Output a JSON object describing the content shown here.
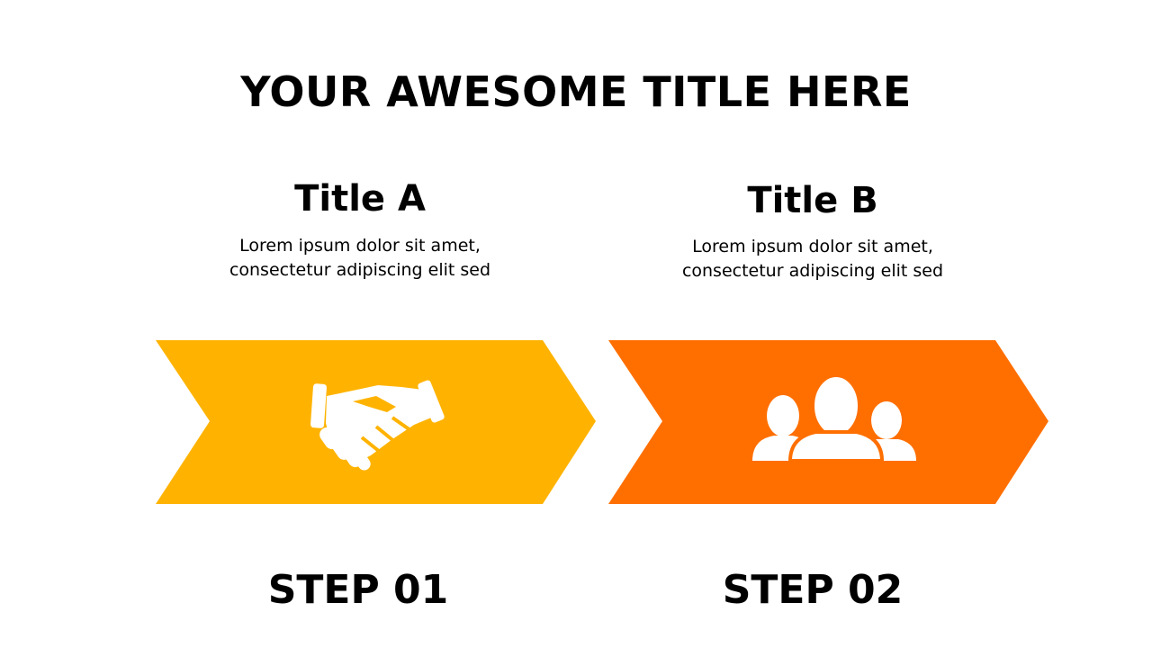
{
  "title": "YOUR AWESOME TITLE HERE",
  "colors": {
    "step1": "#FFB300",
    "step2": "#FF6F00",
    "icon": "#FFFFFF",
    "text": "#000000"
  },
  "steps": [
    {
      "heading": "Title A",
      "description_lines": [
        "Lorem ipsum dolor sit amet,",
        "consectetur adipiscing elit sed"
      ],
      "icon": "handshake-icon",
      "label": "STEP 01"
    },
    {
      "heading": "Title B",
      "description_lines": [
        "Lorem ipsum dolor sit amet,",
        "consectetur adipiscing elit sed"
      ],
      "icon": "group-users-icon",
      "label": "STEP 02"
    }
  ]
}
